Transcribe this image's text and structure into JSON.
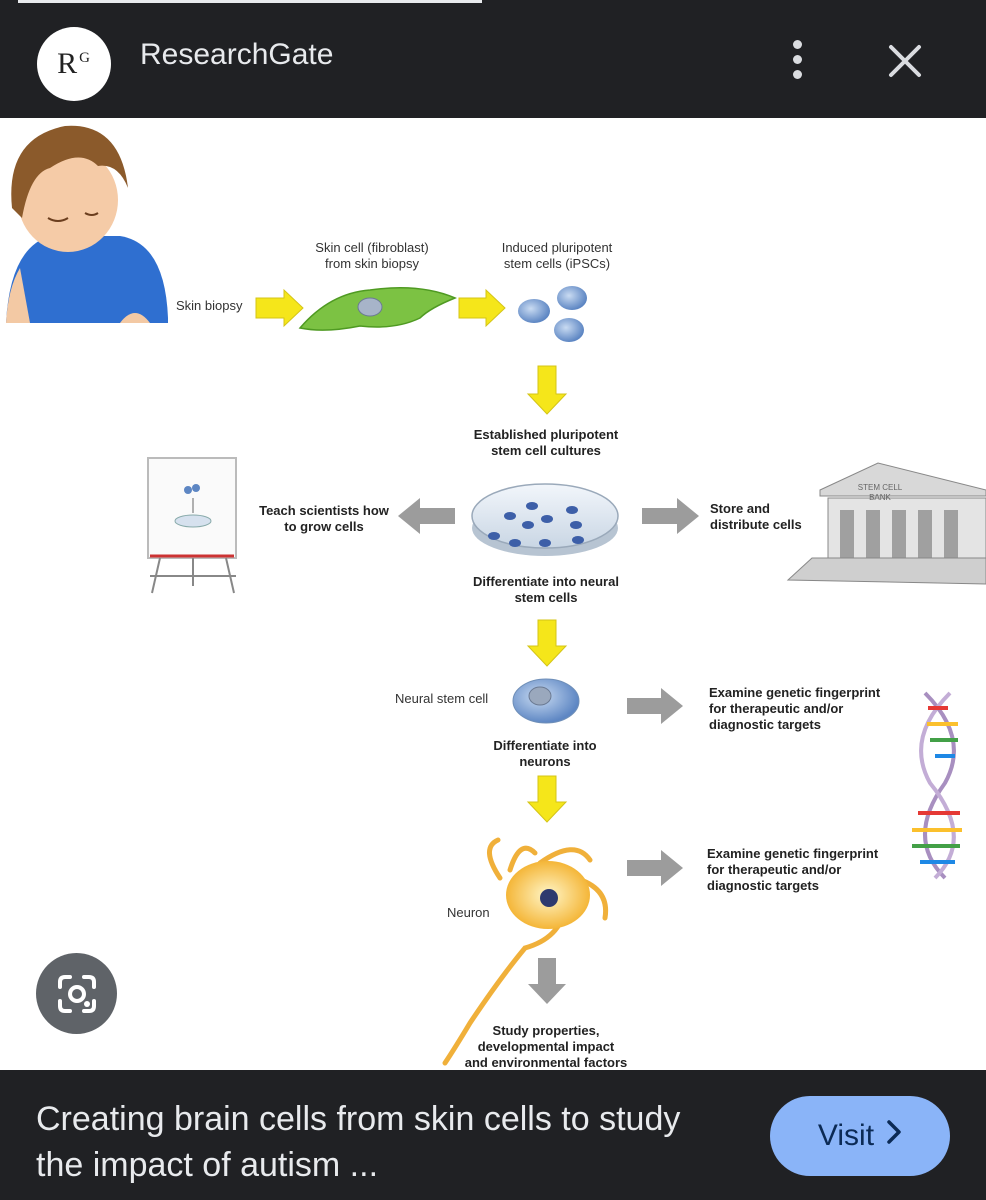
{
  "header": {
    "logo_text": "R",
    "logo_superscript": "G",
    "site_name": "ResearchGate",
    "more_icon": "more-vertical-icon",
    "close_icon": "close-icon"
  },
  "diagram": {
    "skin_cell_label": "Skin cell (fibroblast)\nfrom skin biopsy",
    "ipsc_label": "Induced pluripotent\nstem cells (iPSCs)",
    "skin_biopsy_label": "Skin biopsy",
    "established_label": "Established pluripotent\nstem cell cultures",
    "teach_label": "Teach scientists how\nto grow cells",
    "store_label": "Store and\ndistribute cells",
    "bank_sign": "STEM CELL\nBANK",
    "differentiate_neural_label": "Differentiate into neural\nstem cells",
    "neural_stem_cell_label": "Neural stem cell",
    "examine_label_1": "Examine genetic fingerprint\nfor therapeutic and/or\ndiagnostic targets",
    "differentiate_neurons_label": "Differentiate into\nneurons",
    "examine_label_2": "Examine genetic fingerprint\nfor therapeutic and/or\ndiagnostic targets",
    "neuron_label": "Neuron",
    "study_label": "Study properties,\ndevelopmental impact\nand environmental factors"
  },
  "lens_icon": "google-lens-icon",
  "footer": {
    "caption": "Creating brain cells from skin cells to study the impact of autism ...",
    "visit_label": "Visit",
    "visit_icon": "chevron-right-icon"
  },
  "colors": {
    "bar_background": "#202124",
    "visit_button": "#8ab4f8",
    "yellow_arrow": "#f5e61a",
    "gray_arrow": "#999999"
  }
}
